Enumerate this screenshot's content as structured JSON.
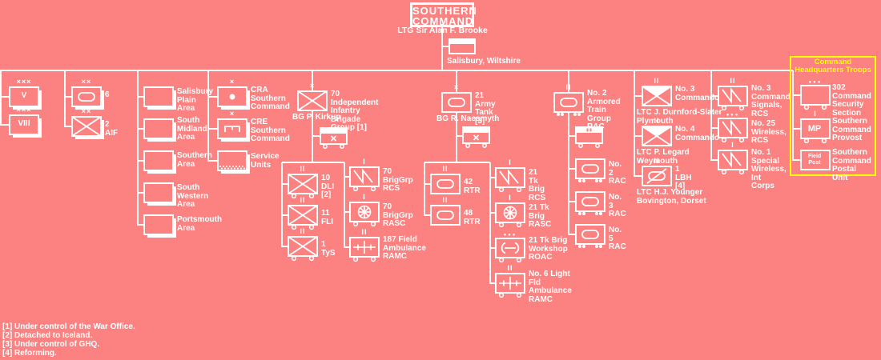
{
  "title": "SOUTHERN\nCOMMAND",
  "commander": "LTG  Sir Alan F. Brooke",
  "hq_location": "Salisbury, Wiltshire",
  "colors": {
    "background": "#FC8282",
    "line": "#FFFFFF",
    "highlight_box": "#FFFF00",
    "text": "#FFFFFF"
  },
  "hq_troops_title": "Command\nHeadquarters Troops",
  "footnotes": "[1] Under control of the War Office.\n[2] Detached to Iceland.\n[3] Under control of GHQ.\n[4] Reforming.",
  "units": {
    "v_corps": {
      "echelon": "×××",
      "label": "V"
    },
    "viii_corps": {
      "echelon": "×××",
      "label": "VIII"
    },
    "div6": {
      "echelon": "××",
      "label": "6"
    },
    "aif2": {
      "echelon": "××",
      "label": "2 AIF"
    },
    "salisbury_plain": {
      "label": "Salisbury\nPlain Area"
    },
    "south_midland": {
      "label": "South\nMidland\nArea"
    },
    "southern_area": {
      "label": "Southern\nArea"
    },
    "south_western": {
      "label": "South Western\nArea"
    },
    "portsmouth": {
      "label": "Portsmouth\nArea"
    },
    "cra": {
      "echelon": "×",
      "label": "CRA\nSouthern\nCommand"
    },
    "cre": {
      "echelon": "×",
      "label": "CRE\nSouthern\nCommand"
    },
    "service_units": {
      "label": "Service\nUnits"
    },
    "bde70": {
      "echelon": "×",
      "label": "70 Independent\nInfantry Brigade\nGroup [1]",
      "commander": "BG  P. Kirkup"
    },
    "dli10": {
      "echelon": "II",
      "label": "10 DLI\n[2]"
    },
    "fli11": {
      "echelon": "II",
      "label": "11 FLI"
    },
    "tys1": {
      "echelon": "II",
      "label": "1 TyS"
    },
    "rcs70": {
      "echelon": "I",
      "label": "70 BrigGrp\nRCS"
    },
    "rasc70": {
      "echelon": "I",
      "label": "70 BrigGrp\nRASC"
    },
    "amb187": {
      "echelon": "II",
      "label": "187 Field\nAmbulance\nRAMC"
    },
    "tank21": {
      "echelon": "×",
      "label": "21 Army Tank\n[3]",
      "commander": "BG  R. Naesmyth"
    },
    "rtr42": {
      "echelon": "II",
      "label": "42 RTR"
    },
    "rtr48": {
      "echelon": "II",
      "label": "48 RTR"
    },
    "rcs21": {
      "echelon": "I",
      "label": "21 Tk Brig\nRCS"
    },
    "rasc21": {
      "echelon": "I",
      "label": "21 Tk Brig\nRASC"
    },
    "wksp21": {
      "echelon": "●●●",
      "label": "21 Tk Brig\nWorkshop\nROAC"
    },
    "amb6": {
      "echelon": "II",
      "label": "No. 6 Light\nFld Ambulance\nRAMC"
    },
    "train2": {
      "echelon": "II",
      "label": "No. 2 Armored\nTrain Group\nRAC"
    },
    "rac2": {
      "label": "No. 2\nRAC"
    },
    "rac3": {
      "label": "No. 3\nRAC"
    },
    "rac5": {
      "label": "No. 5\nRAC"
    },
    "cdo3": {
      "echelon": "II",
      "label": "No. 3\nCommando",
      "commander": "LTC  J. Durnford-Slater",
      "location": "Plymouth"
    },
    "cdo4": {
      "echelon": "II",
      "label": "No. 4\nCommando",
      "commander": "LTC  P. Legard",
      "location": "Weymouth"
    },
    "lbh1": {
      "echelon": "II",
      "label": "1 LBH\n[4]",
      "commander": "LTC  H.J. Younger",
      "location": "Bovington, Dorset"
    },
    "sig3": {
      "echelon": "II",
      "label": "No. 3\nCommand\nSignals, RCS"
    },
    "wireless25": {
      "echelon": "●●●",
      "label": "No. 25\nWireless, RCS"
    },
    "spwireless1": {
      "echelon": "I",
      "label": "No. 1 Special\nWireless,\nInt Corps"
    },
    "sec302": {
      "echelon": "●●●",
      "label": "302 Command\nSecurity\nSection"
    },
    "provost": {
      "echelon": "I",
      "label": "Southern\nCommand\nProvost",
      "symbol_text": "MP"
    },
    "postal": {
      "label": "Southern\nCommand\nPostal Unit",
      "symbol_text": "Field\nPost"
    }
  }
}
